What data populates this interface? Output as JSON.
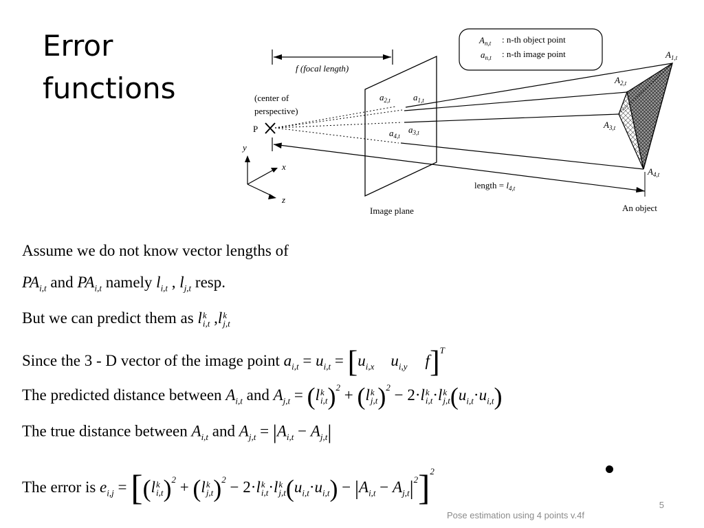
{
  "title": {
    "line1": "Error",
    "line2": "functions"
  },
  "diagram": {
    "legend_line1": ": n-th object point",
    "legend_line2": ": n-th image point",
    "legend_sym1": "A",
    "legend_sym2": "a",
    "legend_sub": "n,t",
    "focal_label": "f  (focal length)",
    "center_label1": "(center of",
    "center_label2": "perspective)",
    "p_label": "P",
    "axis_y": "y",
    "axis_x": "x",
    "axis_z": "z",
    "image_plane_label": "Image plane",
    "object_label": "An object",
    "length_label": "length = ",
    "length_sym": "l",
    "length_sub": "4,t",
    "points": {
      "a2": {
        "sym": "a",
        "sub": "2,t"
      },
      "a1": {
        "sym": "a",
        "sub": "1,t"
      },
      "a4": {
        "sym": "a",
        "sub": "4,t"
      },
      "a3": {
        "sym": "a",
        "sub": "3,t"
      },
      "A1": {
        "sym": "A",
        "sub": "1,t"
      },
      "A2": {
        "sym": "A",
        "sub": "2,t"
      },
      "A3": {
        "sym": "A",
        "sub": "3,t"
      },
      "A4": {
        "sym": "A",
        "sub": "4,t"
      }
    }
  },
  "body": {
    "line1": "Assume  we do not know vector lengths of",
    "line2": {
      "pa": "PA",
      "sub": "i,t",
      "and": " and ",
      "namely": " namely ",
      "l": "l",
      "sub_i": "i,t",
      "comma": " , ",
      "sub_j": "j,t",
      "resp": " resp."
    },
    "line3": {
      "text": "But we can predict them as ",
      "l": "l",
      "sup": "k",
      "sub_i": "i,t",
      "comma": " ,",
      "sub_j": "j,t"
    },
    "line4": {
      "text": "Since the 3 - D vector of  the image point ",
      "a": "a",
      "sub": "i,t",
      "eq": " = ",
      "u": "u",
      "eq2": " = ",
      "sub_x": "i,x",
      "sub_y": "i,y",
      "f": "f",
      "T": "T"
    },
    "line5": {
      "text": "The predicted distance between ",
      "A": "A",
      "sub_i": "i,t",
      "and": " and ",
      "sub_j": "j,t",
      "two": "2",
      "minus": " − 2·",
      "dot": "·",
      "plus": " + "
    },
    "line6": {
      "text": "The true distance between  ",
      "A": "A",
      "sub_i": "i,t",
      "and": " and ",
      "sub_j": "j,t",
      "eq": " = ",
      "minus": " − "
    },
    "line7": {
      "text": "The error is ",
      "e": "e",
      "sub": "i,j",
      "eq": "  = ",
      "two": "2"
    }
  },
  "page_number": "5",
  "footer": "Pose estimation using 4 points v.4f"
}
